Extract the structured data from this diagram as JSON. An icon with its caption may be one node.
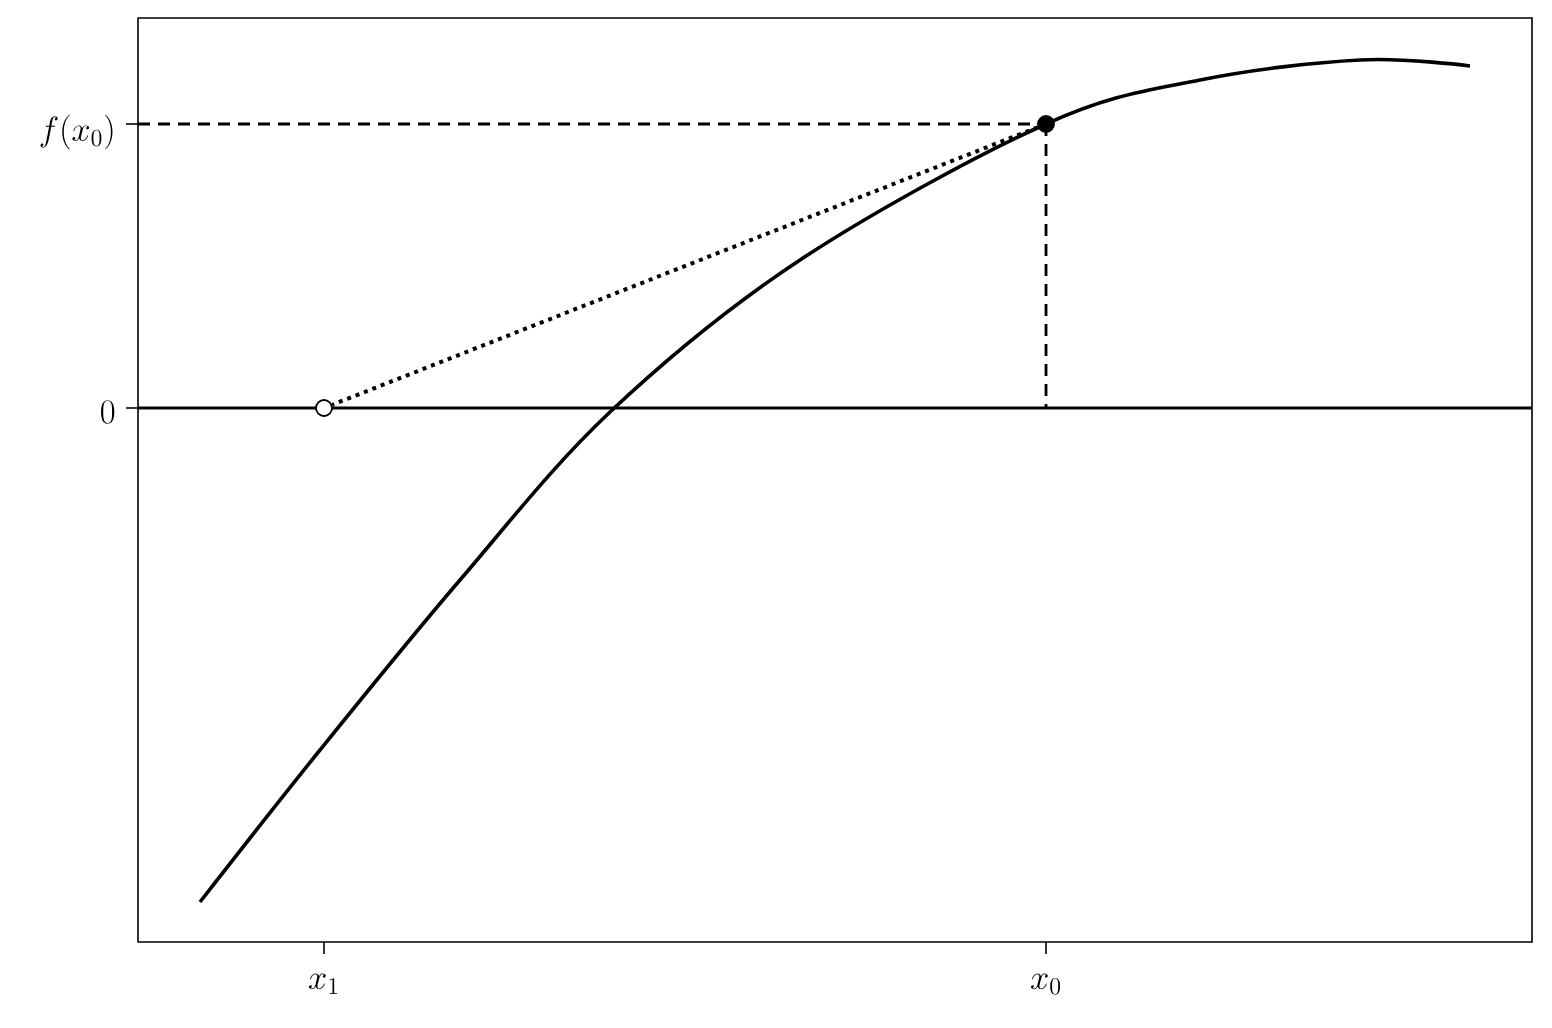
{
  "diagram": {
    "nodes": [
      {
        "text": [],
        "shape": "circle"
      },
      {
        "text": [],
        "shape": "circle"
      }
    ],
    "edges": [
      {
        "from": 0,
        "to": 1,
        "arrow": "none"
      }
    ],
    "labels": [
      "f(x_0)",
      "0",
      "x_1",
      "x_0"
    ]
  }
}
